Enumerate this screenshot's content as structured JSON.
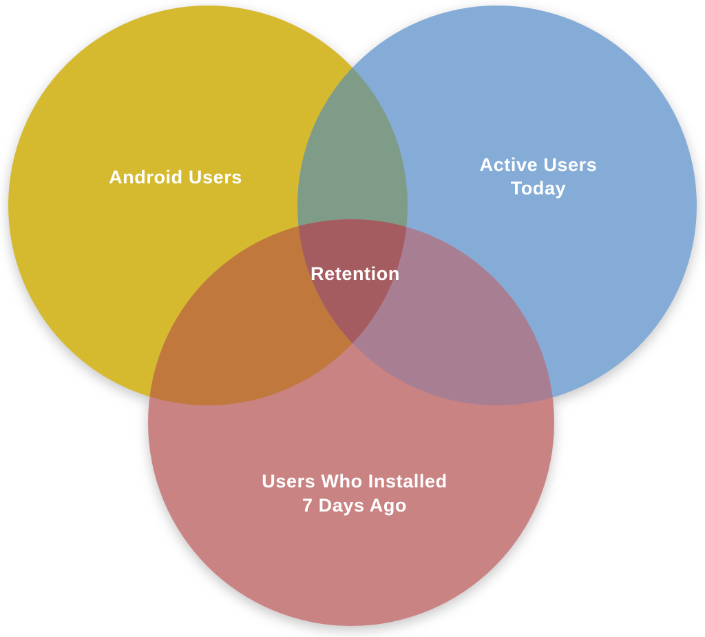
{
  "diagram": {
    "type": "venn-3-set",
    "background": "#ffffff",
    "text_color": "#ffffff",
    "sets": [
      {
        "id": "android-users",
        "label": "Android Users",
        "color": "#d5b92f"
      },
      {
        "id": "active-users-today",
        "label_line1": "Active Users",
        "label_line2": "Today",
        "color": "#85acd7"
      },
      {
        "id": "installed-7-days-ago",
        "label_line1": "Users Who Installed",
        "label_line2": "7 Days Ago",
        "color": "#ca8383"
      }
    ],
    "overlaps": {
      "android_active_color": "#7e9c88",
      "android_installed_color": "#c0783d",
      "active_installed_color": "#a87e92",
      "center_color": "#a55c60",
      "center_label": "Retention"
    }
  }
}
